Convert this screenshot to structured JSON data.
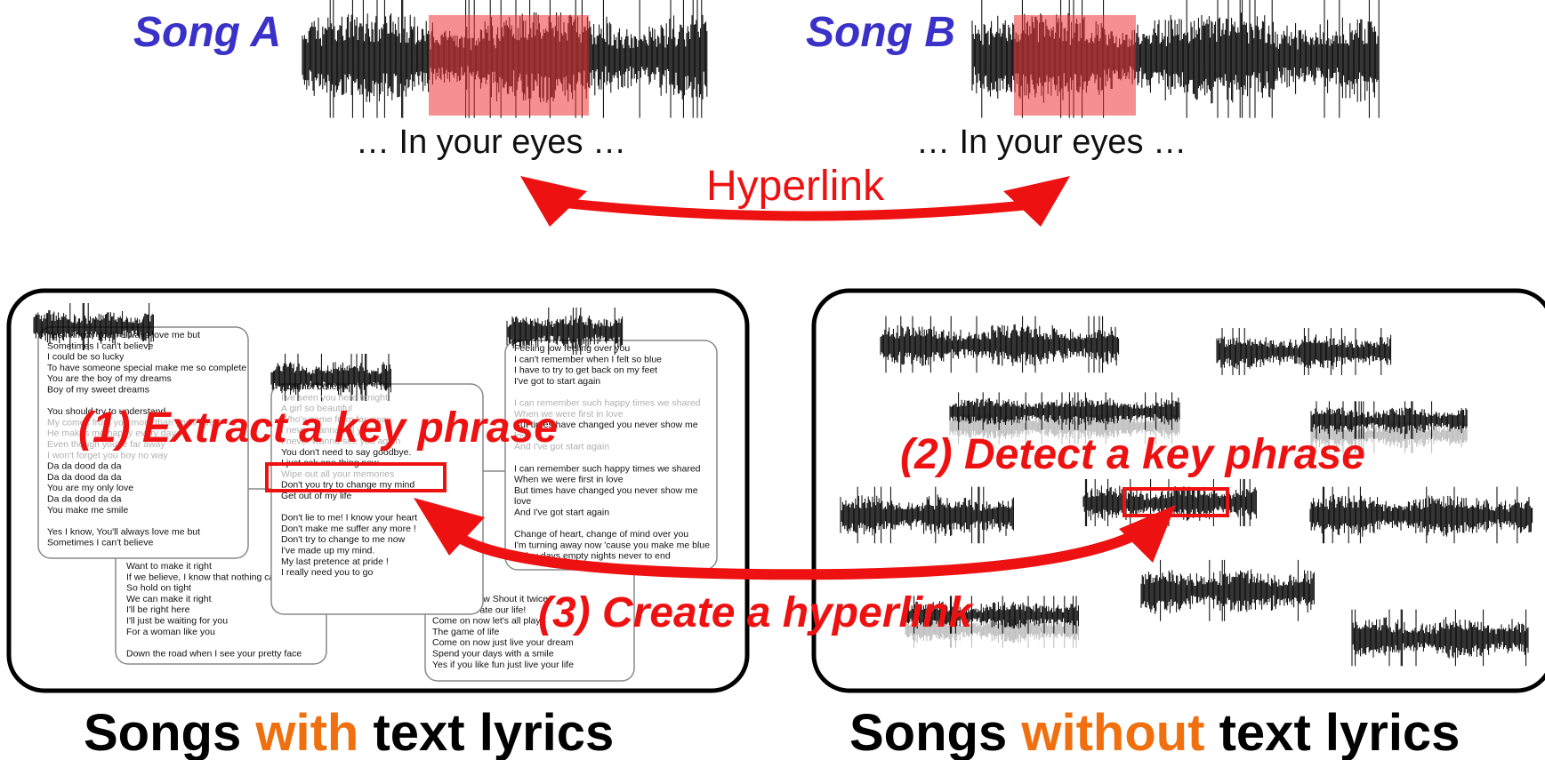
{
  "top": {
    "song_a": {
      "label": "Song A",
      "phrase": "… In your eyes …"
    },
    "song_b": {
      "label": "Song B",
      "phrase": "… In your eyes …"
    },
    "link_label": "Hyperlink"
  },
  "steps": {
    "extract": "(1) Extract a key phrase",
    "detect": "(2) Detect a key phrase",
    "create": "(3) Create a hyperlink"
  },
  "captions": {
    "left": {
      "pre": "Songs ",
      "accent": "with",
      "post": " text lyrics"
    },
    "right": {
      "pre": "Songs ",
      "accent": "without",
      "post": " text lyrics"
    }
  },
  "colors": {
    "song_label": "#3a32c8",
    "highlight": "#ee1111",
    "accent": "#f07010"
  },
  "lyric_cards": {
    "card1": [
      "Yes I know, You'll always love me but",
      "Sometimes I can't believe",
      "I could be so lucky",
      "To have someone special make me so complete",
      "You are the boy of my dreams",
      "Boy of my sweet dreams",
      "",
      "You should try to understand",
      "My comes from you more than you'll ever",
      "He makes me happy every day",
      "Even though you're far away",
      "I won't forget you boy no way",
      "Da da dood da da",
      "Da da dood da da",
      "You are my only love",
      "Da da dood da da",
      "You make me smile",
      "",
      "Yes I know, You'll always love me but",
      "Sometimes I can't believe"
    ],
    "card2": [
      "Want to make it right",
      "If we believe, I know that nothing can",
      "So hold on tight",
      "We can make it right",
      "I'll be right here",
      "I'll just be waiting for you",
      "For a woman like you",
      "",
      "Down the road when I see your pretty face"
    ],
    "card3": [
      "I cannot believe",
      "I've seen you here tonight",
      "A girl so beautiful",
      "Who's come from far away",
      "I never wanna tell you",
      "I never wanna see you again",
      "You don't need to say goodbye.",
      "I just ask one thing now",
      "Wipe out all your memories",
      "Don't you try to change my mind",
      "Get out of my life",
      "",
      "Don't lie to me! I know your heart",
      "Don't make me suffer any more !",
      "Don't try to change to me now",
      "I've made up my mind.",
      "My last pretence at pride !",
      "I really need you to go"
    ],
    "card4": [
      "Feeling low feeling over you",
      "I can't remember when I felt so blue",
      "I have to try to get back on my feet",
      "I've got to start again",
      "",
      "I can remember such happy times we shared",
      "When we were first in love",
      "But times have changed you never show me",
      "love",
      "And I've got start again",
      "",
      "I can remember such happy times we shared",
      "When we were first in love",
      "But times have changed you never show me",
      "love",
      "And I've got start again",
      "",
      "Change of heart, change of mind over you",
      "I'm turning away now 'cause you make me blue",
      "Rainy days empty nights never to end"
    ],
    "card5": [
      "Come on now Shout it twice",
      "Let's celebrate our life!",
      "Come on now let's all play",
      "The game of life",
      "Come on now just live your dream",
      "Spend your days with a smile",
      "Yes if you like fun just live your life"
    ]
  }
}
